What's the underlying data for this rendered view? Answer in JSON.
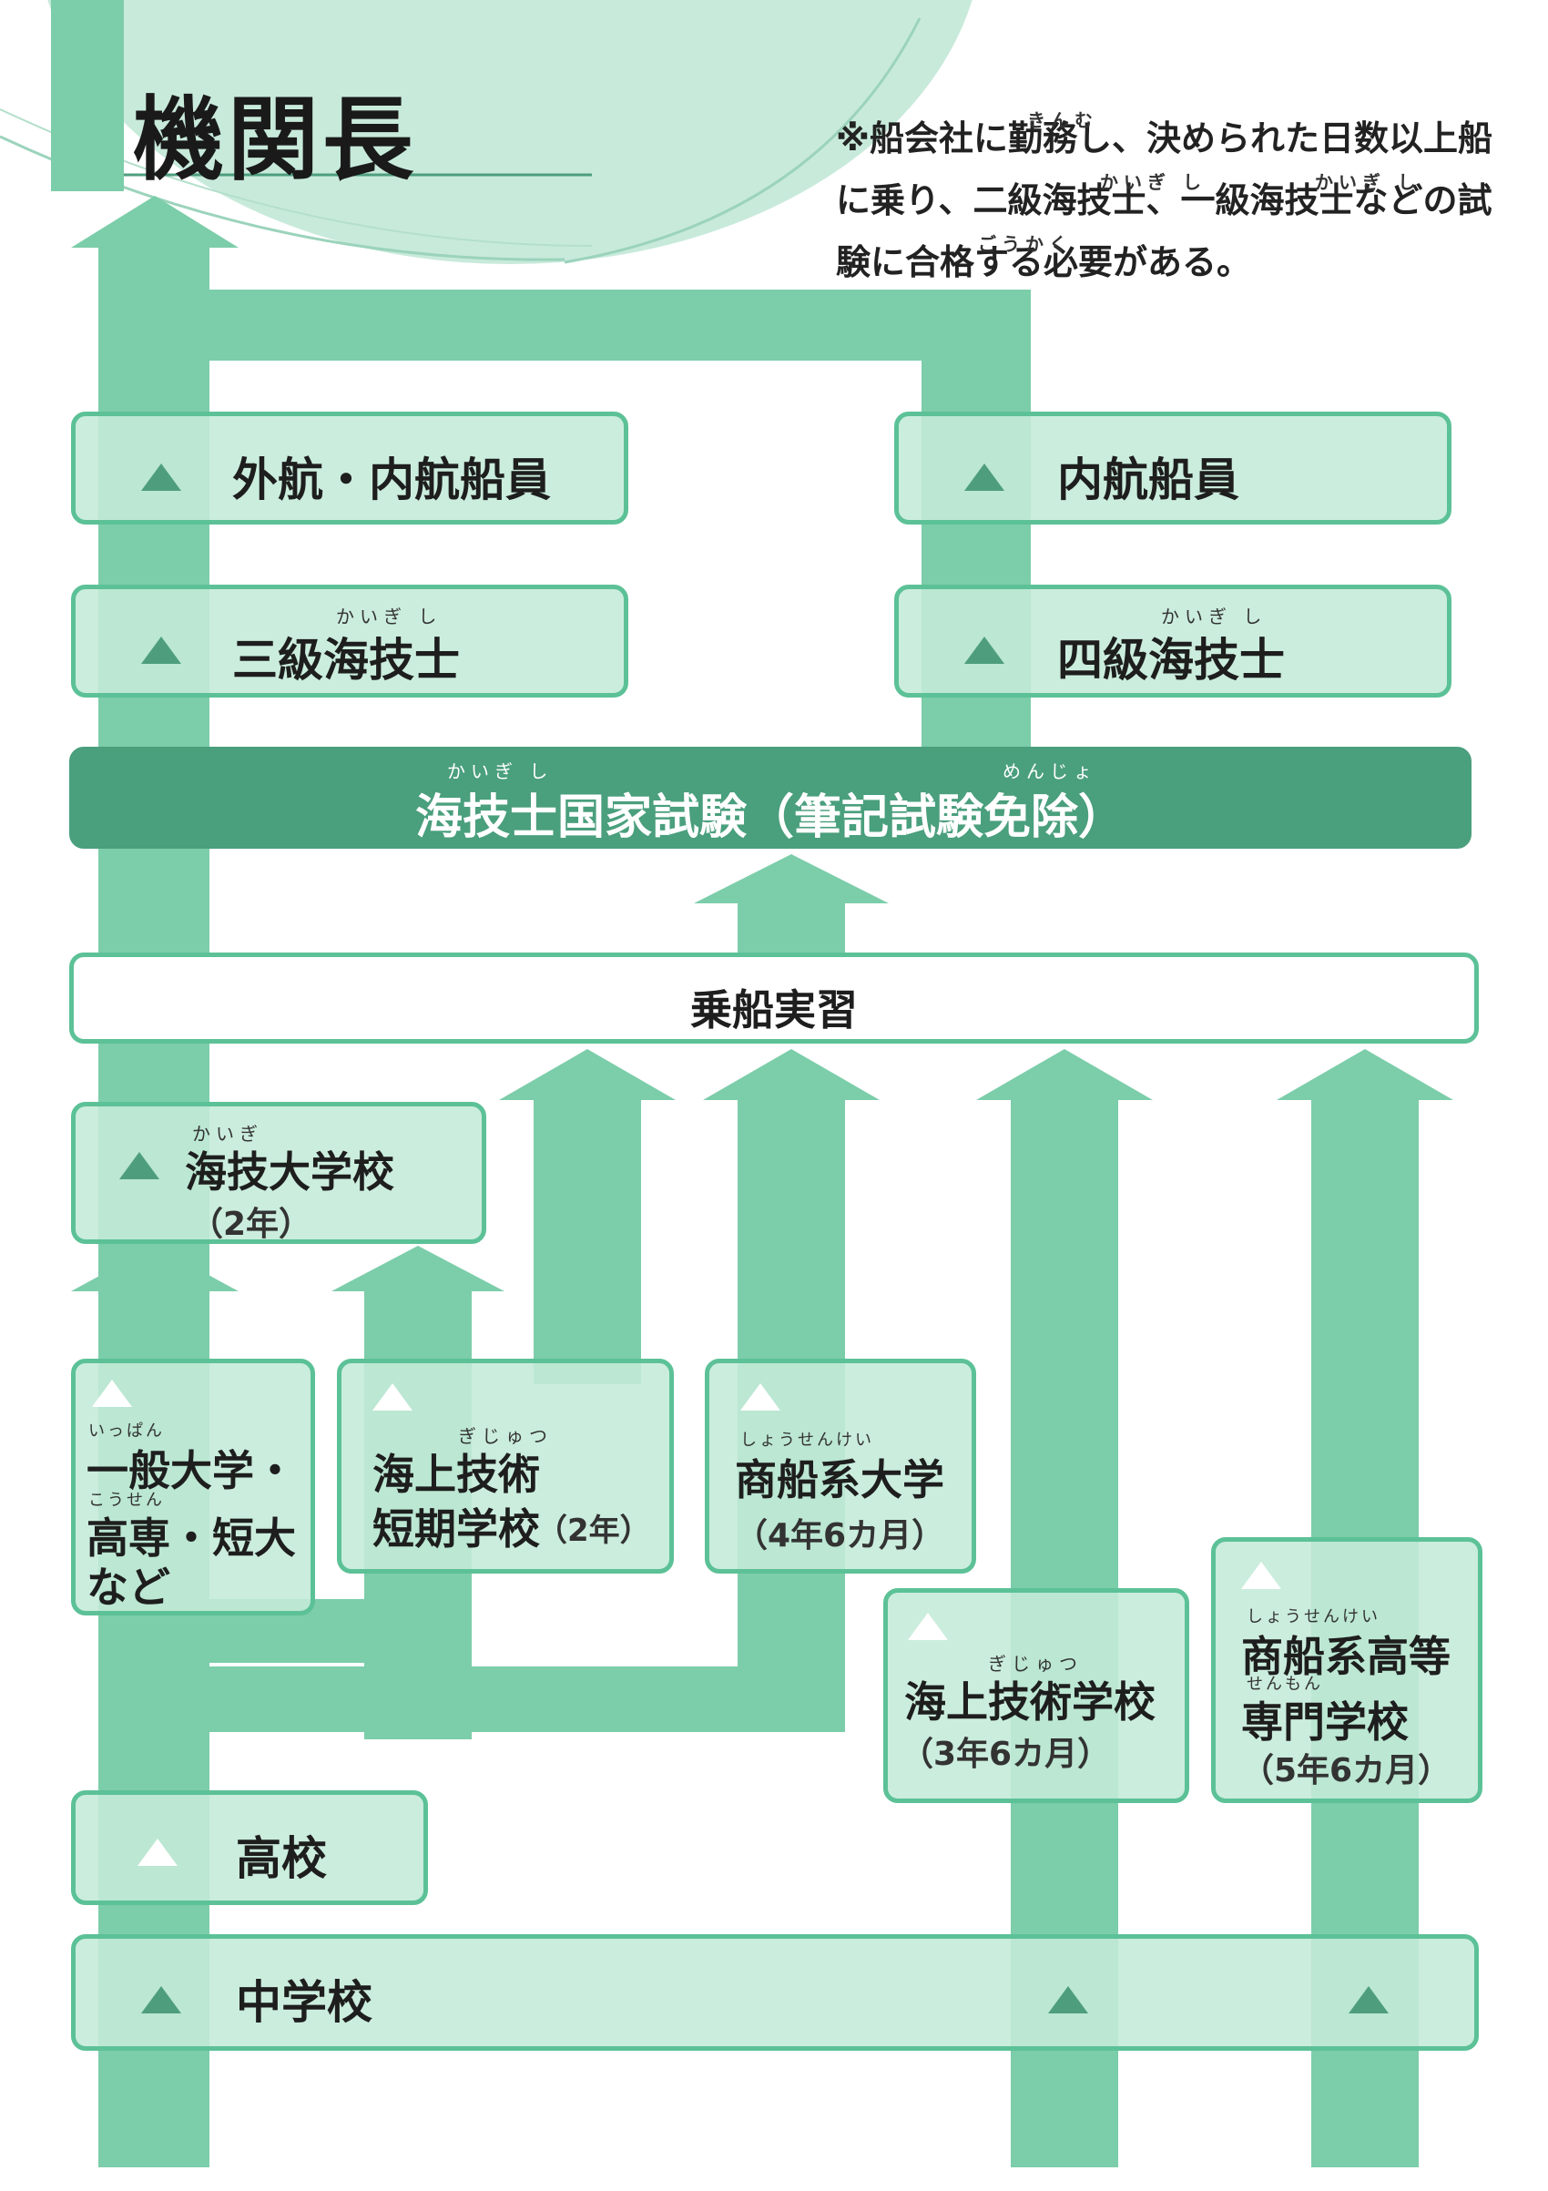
{
  "title": "機関長",
  "note": "※船会社に勤務し、決められた日数以上船に乗り、二級海技士、一級海技士などの試験に合格する必要がある。",
  "note_ruby": {
    "kinmu": "きんむ",
    "kaigishi_1": "かいぎ し",
    "kaigishi_2": "かいぎ し",
    "goukaku": "ごうかく"
  },
  "nodes": {
    "gaikou": {
      "label": "外航・内航船員"
    },
    "naikou": {
      "label": "内航船員"
    },
    "sankyu": {
      "label": "三級海技士",
      "ruby": "かいぎ し"
    },
    "yonkyu": {
      "label": "四級海技士",
      "ruby": "かいぎ し"
    },
    "exam": {
      "label": "海技士国家試験（筆記試験免除）",
      "ruby_kaigishi": "かいぎ し",
      "ruby_menjo": "めんじょ"
    },
    "jousen": {
      "label": "乗船実習"
    },
    "kaigi_daigakko": {
      "label": "海技大学校",
      "sub": "（2年）",
      "ruby": "かいぎ"
    },
    "ippan": {
      "line1": "一般大学・",
      "line2": "高専・短大",
      "line3": "など",
      "ruby_ippan": "いっぱん",
      "ruby_kousen": "こうせん"
    },
    "tanki": {
      "line1": "海上技術",
      "line2": "短期学校",
      "sub": "（2年）",
      "ruby": "ぎじゅつ"
    },
    "shousen_daigaku": {
      "label": "商船系大学",
      "sub": "（4年6カ月）",
      "ruby": "しょうせんけい"
    },
    "gijutsu_gakko": {
      "label": "海上技術学校",
      "sub": "（3年6カ月）",
      "ruby": "ぎじゅつ"
    },
    "shousen_koutou": {
      "line1": "商船系高等",
      "line2": "専門学校",
      "sub": "（5年6カ月）",
      "ruby_shousen": "しょうせんけい",
      "ruby_senmon": "せんもん"
    },
    "koukou": {
      "label": "高校"
    },
    "chugakko": {
      "label": "中学校"
    }
  },
  "colors": {
    "arrow": "#7ccdaa",
    "box_fill": "#c4ead8",
    "box_border": "#5cc197",
    "exam_fill": "#4a9f7d",
    "header_circle": "#c8eadb"
  }
}
